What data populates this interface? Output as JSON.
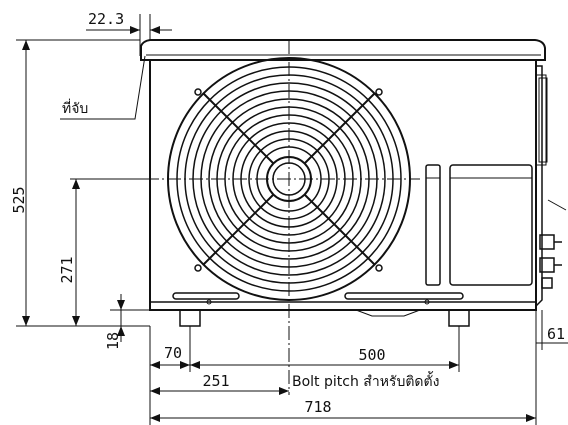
{
  "dimensions": {
    "handle_offset": "22.3",
    "height_total": "525",
    "height_center": "271",
    "foot_height": "18",
    "foot_left_offset": "70",
    "bolt_pitch": "500",
    "center_from_left": "251",
    "width_total": "718",
    "side_depth": "61"
  },
  "labels": {
    "handle": "ที่จับ",
    "bolt_pitch_note": "Bolt pitch สำหรับติดตั้ง"
  },
  "colors": {
    "line": "#111111",
    "background": "#ffffff"
  }
}
